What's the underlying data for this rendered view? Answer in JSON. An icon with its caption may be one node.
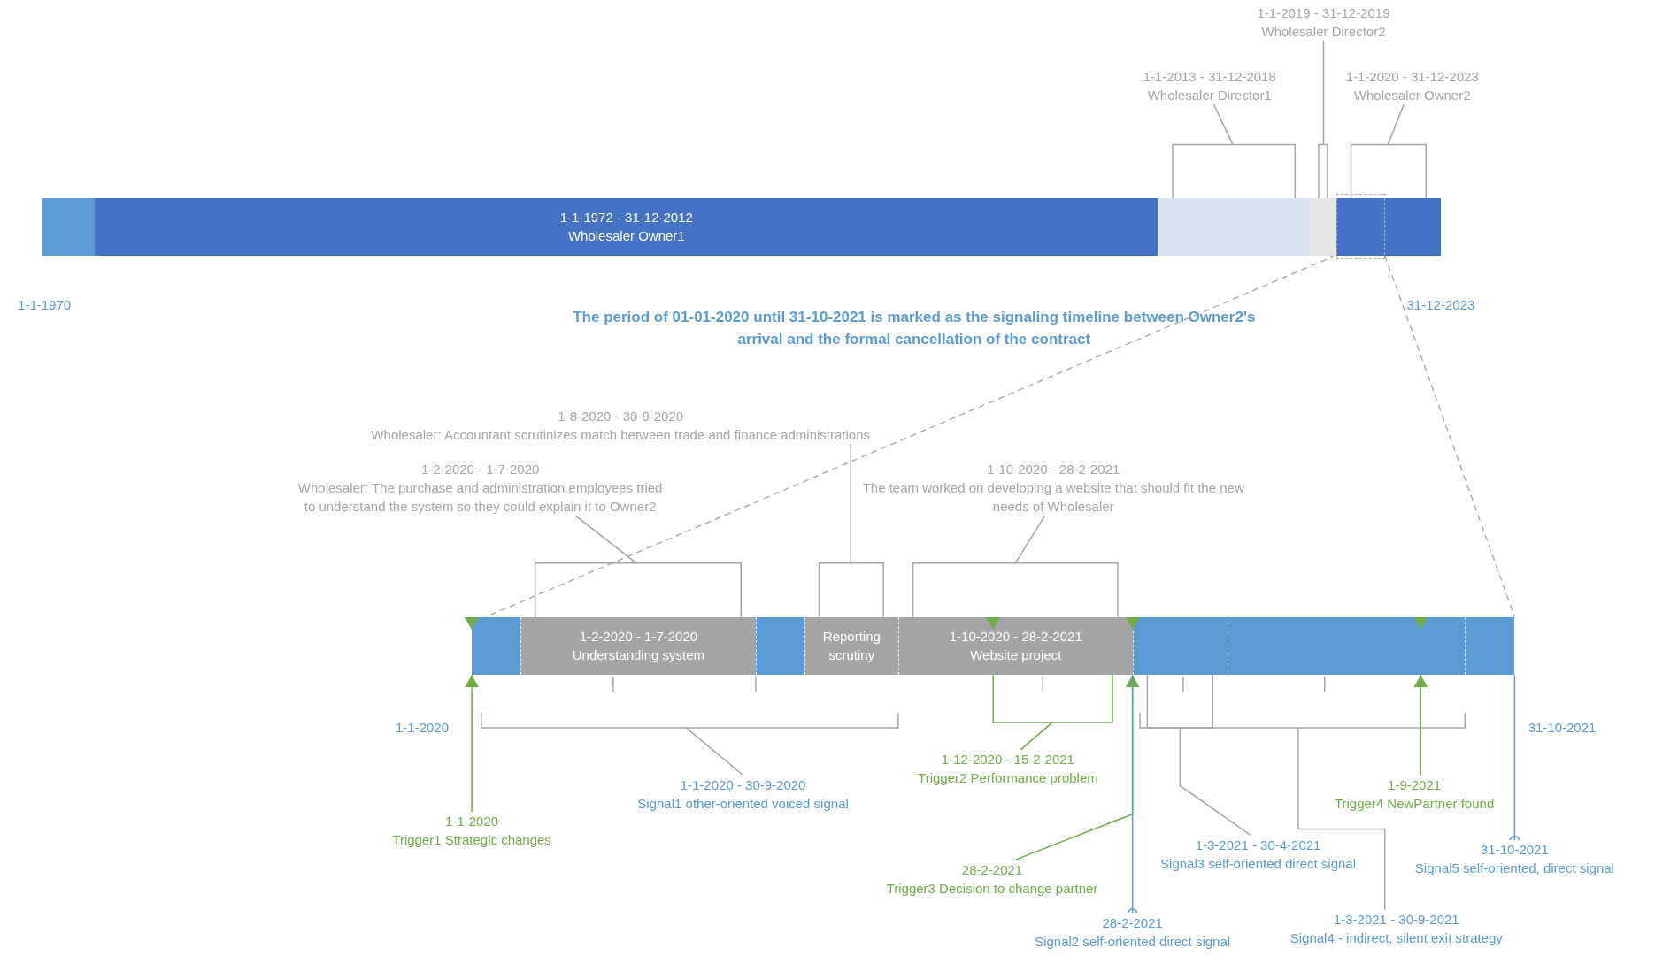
{
  "diagram": {
    "nodes": [
      {
        "text": [
          "1-1-2019 - 31-12-2019",
          "Wholesaler Director2"
        ]
      },
      {
        "text": [
          "1-1-2013 - 31-12-2018",
          "Wholesaler Director1"
        ]
      },
      {
        "text": [
          "1-1-2020 - 31-12-2023",
          "Wholesaler Owner2"
        ]
      },
      {
        "text": [],
        "shape": "bar"
      },
      {
        "text": [
          "1-1-1972 - 31-12-2012",
          "Wholesaler Owner1"
        ]
      },
      {
        "text": [],
        "shape": "bar"
      },
      {
        "text": [],
        "shape": "bar"
      },
      {
        "text": [],
        "shape": "bar"
      },
      {
        "text": [
          "1-8-2020 - 30-9-2020",
          "Wholesaler: Accountant scrutinizes match between trade and finance administrations"
        ]
      },
      {
        "text": [
          "1-2-2020 - 1-7-2020",
          "Wholesaler: The purchase and administration employees tried to understand the system so they could explain it to Owner2"
        ]
      },
      {
        "text": [
          "1-10-2020 - 28-2-2021",
          "The team worked on developing a website that should fit the new needs of Wholesaler"
        ]
      },
      {
        "text": [],
        "shape": "bar"
      },
      {
        "text": [
          "1-2-2020 - 1-7-2020",
          "Understanding system"
        ]
      },
      {
        "text": [],
        "shape": "bar"
      },
      {
        "text": [
          "Reporting scrutiny"
        ]
      },
      {
        "text": [
          "1-10-2020 - 28-2-2021",
          "Website project"
        ]
      },
      {
        "text": [],
        "shape": "bar"
      },
      {
        "text": [],
        "shape": "bar"
      },
      {
        "text": [],
        "shape": "bar"
      },
      {
        "text": [
          "1-12-2020 - 15-2-2021",
          "Trigger2 Performance problem"
        ]
      },
      {
        "text": [
          "1-1-2020 - 30-9-2020",
          "Signal1 other-oriented voiced signal"
        ]
      },
      {
        "text": [
          "1-9-2021",
          "Trigger4 NewPartner found"
        ]
      },
      {
        "text": [
          "1-1-2020",
          "Trigger1 Strategic changes"
        ]
      },
      {
        "text": [
          "1-3-2021 - 30-4-2021",
          "Signal3 self-oriented direct signal"
        ]
      },
      {
        "text": [
          "31-10-2021",
          "Signal5 self-oriented, direct signal"
        ]
      },
      {
        "text": [
          "28-2-2021",
          "Trigger3 Decision to change partner"
        ]
      },
      {
        "text": [
          "1-3-2021 - 30-9-2021",
          "Signal4 - indirect, silent exit strategy"
        ]
      },
      {
        "text": [
          "28-2-2021",
          "Signal2 self-oriented direct signal"
        ]
      },
      {
        "text": [
          "1-1-1970"
        ]
      },
      {
        "text": [
          "31-12-2023"
        ]
      }
    ],
    "edges": [
      {
        "from": 0,
        "to": 6,
        "arrow": "none"
      },
      {
        "from": 1,
        "to": 5,
        "arrow": "none"
      },
      {
        "from": 2,
        "to": 7,
        "arrow": "none"
      },
      {
        "from": 9,
        "to": 12,
        "arrow": "none"
      },
      {
        "from": 8,
        "to": 14,
        "arrow": "none"
      },
      {
        "from": 10,
        "to": 15,
        "arrow": "none"
      },
      {
        "from": 19,
        "to": 15,
        "arrow": "none",
        "color": "#70ad47"
      },
      {
        "from": 20,
        "to": null,
        "arrow": "none"
      },
      {
        "from": 21,
        "to": 17,
        "arrow": "to",
        "color": "#70ad47"
      },
      {
        "from": 22,
        "to": 11,
        "arrow": "to",
        "color": "#70ad47"
      },
      {
        "from": 23,
        "to": 16,
        "arrow": "none"
      },
      {
        "from": 24,
        "to": 18,
        "arrow": "other",
        "color": "#5b9bd5"
      },
      {
        "from": 25,
        "to": 15,
        "arrow": "to",
        "color": "#70ad47"
      },
      {
        "from": 26,
        "to": null,
        "arrow": "none"
      },
      {
        "from": 27,
        "to": 16,
        "arrow": "other",
        "color": "#5b9bd5"
      },
      {
        "from": 7,
        "to": 11,
        "arrow": "none",
        "style": "dashed"
      },
      {
        "from": 7,
        "to": 18,
        "arrow": "none",
        "style": "dashed"
      }
    ],
    "labels": [
      "The period of 01-01-2020 until 31-10-2021 is marked as the signaling timeline between Owner2's arrival and the formal cancellation of the contract",
      "1-1-2020",
      "31-10-2021"
    ]
  }
}
